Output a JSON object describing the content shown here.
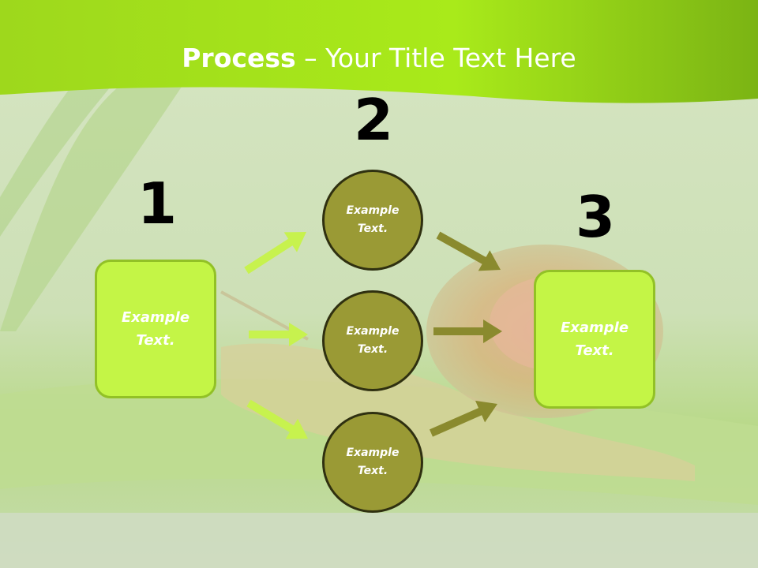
{
  "title": {
    "bold": "Process",
    "rest": " – Your Title Text Here"
  },
  "steps": [
    {
      "number": "1",
      "lines": [
        "Example",
        "Text."
      ]
    },
    {
      "number": "2"
    },
    {
      "number": "3",
      "lines": [
        "Example",
        "Text."
      ]
    }
  ],
  "circles": [
    {
      "lines": [
        "Example",
        "Text."
      ]
    },
    {
      "lines": [
        "Example",
        "Text."
      ]
    },
    {
      "lines": [
        "Example",
        "Text."
      ]
    }
  ],
  "colors": {
    "header_green": "#a6e81a",
    "box_fill": "#c4f546",
    "circle_fill": "#9a9a35",
    "arrow_light": "#c7f24e",
    "arrow_dark": "#8a8a2e"
  }
}
